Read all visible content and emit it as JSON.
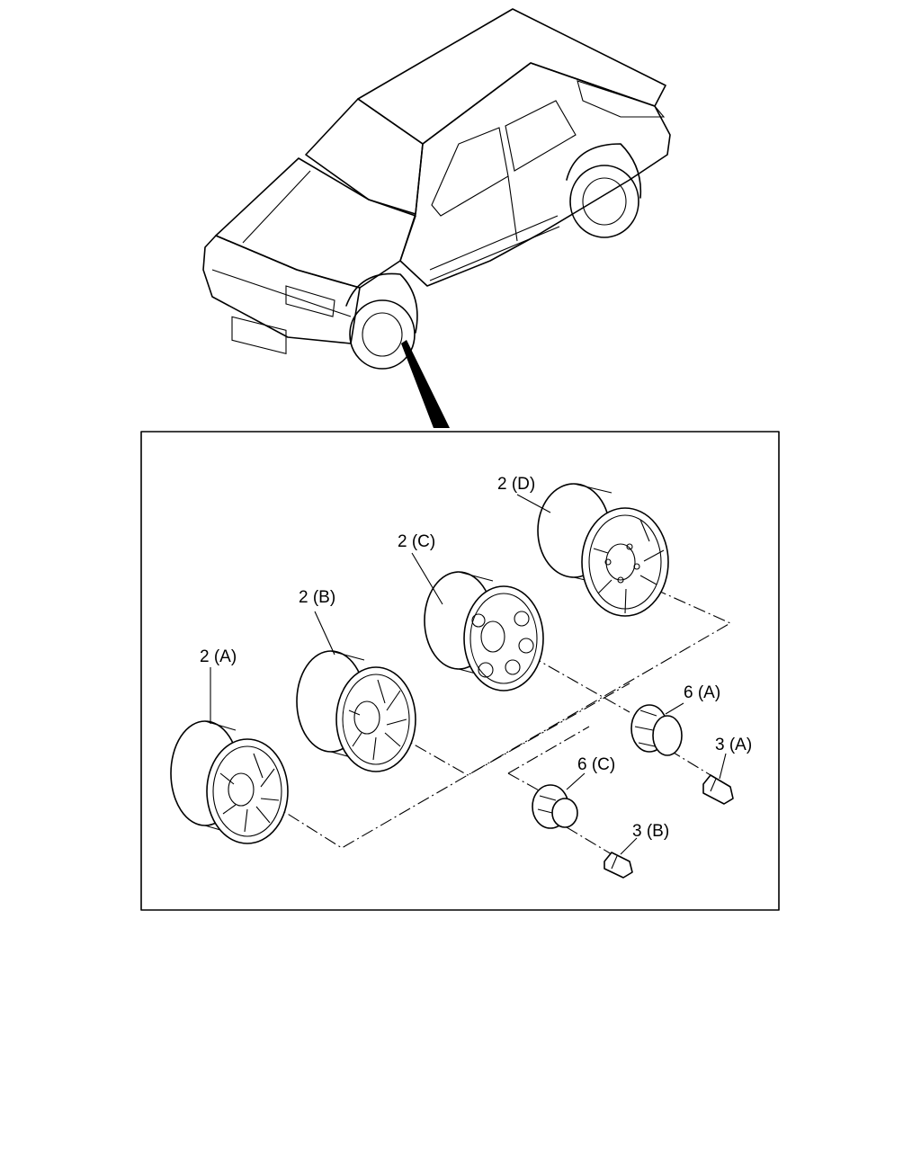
{
  "callouts": {
    "wheel_a": "2 (A)",
    "wheel_b": "2 (B)",
    "wheel_c": "2 (C)",
    "wheel_d": "2 (D)",
    "cap_a": "6 (A)",
    "cap_c": "6 (C)",
    "nut_a": "3 (A)",
    "nut_b": "3 (B)"
  }
}
